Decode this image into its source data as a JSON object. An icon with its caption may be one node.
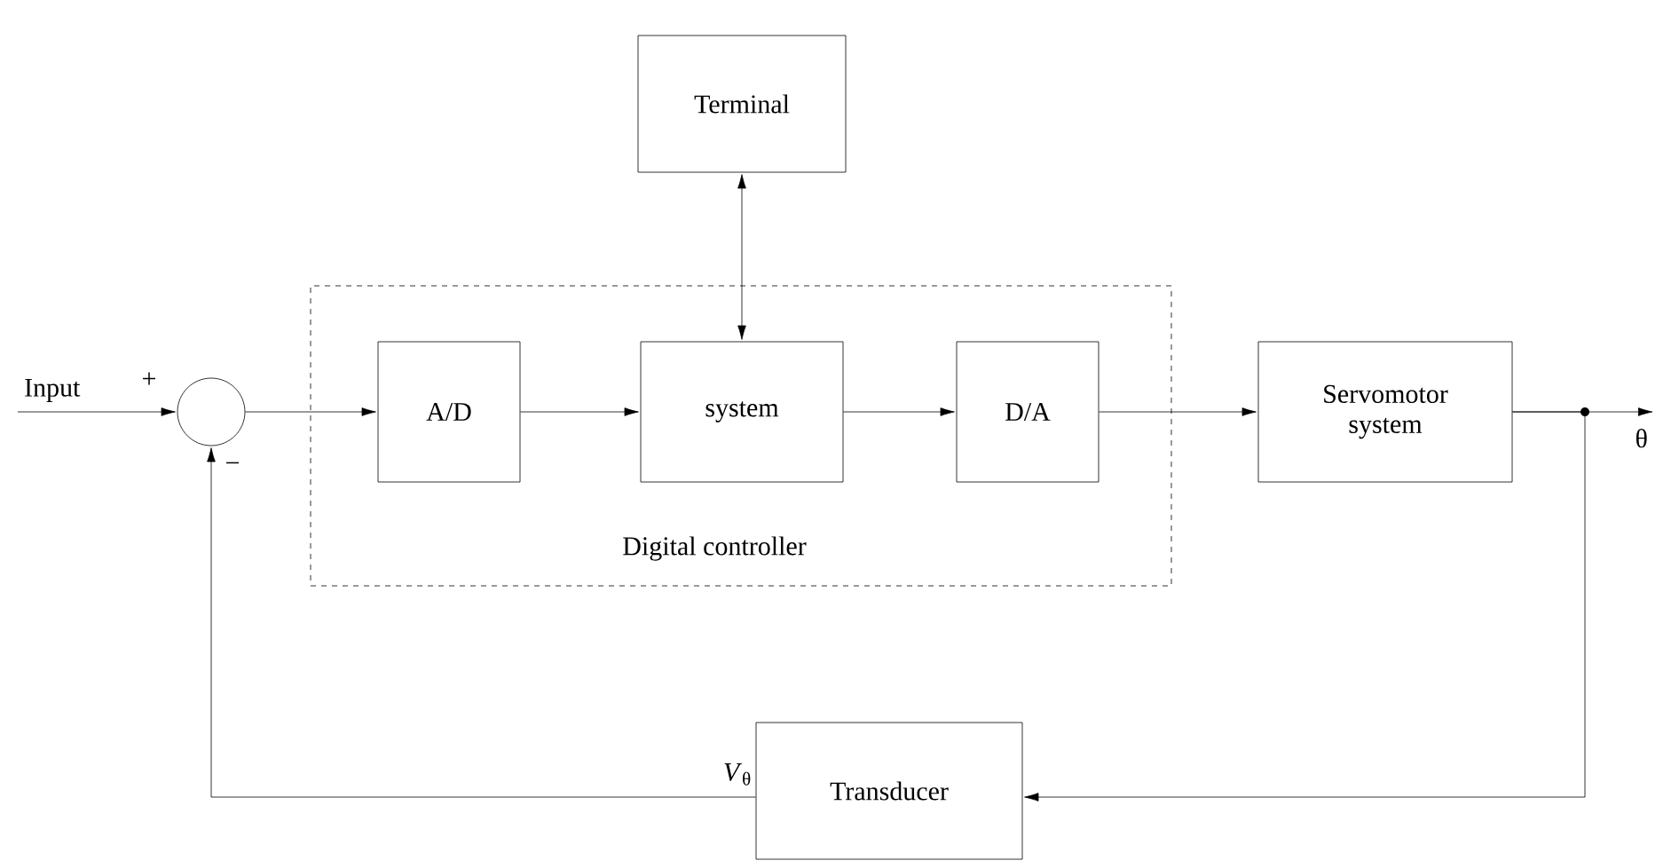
{
  "diagram": {
    "nodes": [
      {
        "text": [
          "Terminal"
        ]
      },
      {
        "text": [
          "Digital controller"
        ]
      },
      {
        "text": [],
        "shape": "circle"
      },
      {
        "text": [
          "A/D"
        ],
        "in": 1
      },
      {
        "text": [
          "system"
        ],
        "in": 1
      },
      {
        "text": [
          "D/A"
        ],
        "in": 1
      },
      {
        "text": [
          "Servomotor system"
        ]
      },
      {
        "text": [
          "Transducer"
        ],
        "beside": [
          "*V*$_{θ}$"
        ]
      }
    ],
    "edges": [
      {
        "from": null,
        "to": 2,
        "arrow": "to",
        "label": "Input"
      },
      {
        "from": 2,
        "to": 3,
        "arrow": "to"
      },
      {
        "from": 3,
        "to": 4,
        "arrow": "to"
      },
      {
        "from": 0,
        "to": 4,
        "arrow": "both"
      },
      {
        "from": 4,
        "to": 5,
        "arrow": "to"
      },
      {
        "from": 5,
        "to": 6,
        "arrow": "to"
      },
      {
        "from": 6,
        "to": null,
        "arrow": "to",
        "label": "θ"
      },
      {
        "from": 6,
        "to": 7,
        "arrow": "to"
      },
      {
        "from": 7,
        "to": 2,
        "arrow": "to"
      }
    ],
    "labels": [
      "+",
      "−"
    ]
  }
}
